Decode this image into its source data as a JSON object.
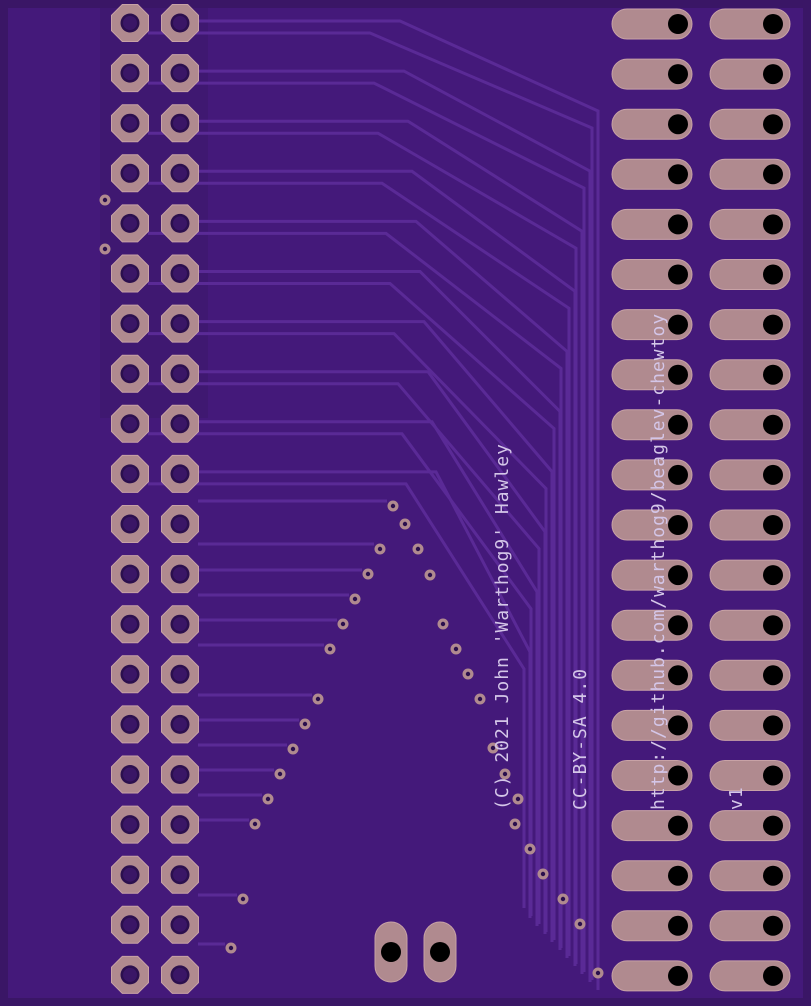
{
  "board": {
    "colors": {
      "substrate": "#3a1666",
      "copper_fill": "#44197a",
      "trace": "#4e2388",
      "trace_edge": "#5b2d97",
      "pad": "#b08a8f",
      "pad_edge": "#c8a2a6",
      "hole": "#000000",
      "via": "#b08a8f",
      "silk": "#d4c6e8"
    },
    "left_header": {
      "rows": 20,
      "cols": 2,
      "pad_shape": "octagon"
    },
    "right_connector": {
      "rows": 20,
      "cols": 2,
      "pad_shape": "oblong"
    },
    "mount_pads": {
      "count": 2,
      "pad_shape": "oblong-vertical"
    }
  },
  "silkscreen": {
    "line1": "(C) 2021 John 'Warthog9' Hawley",
    "line2": "CC-BY-SA 4.0",
    "line3": "http://github.com/warthog9/beaglev-chewtoy",
    "line4": "v1"
  }
}
